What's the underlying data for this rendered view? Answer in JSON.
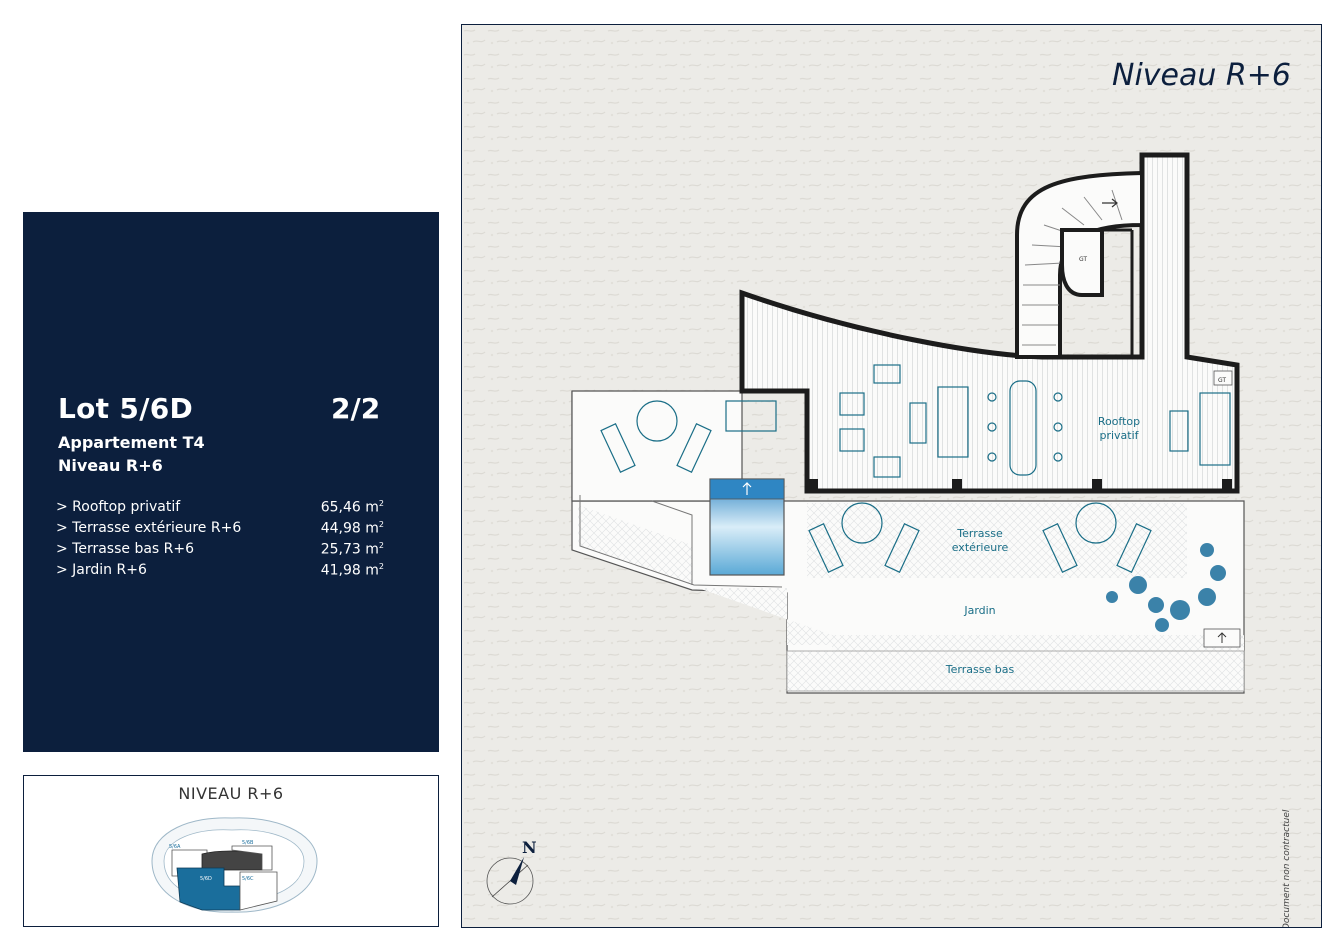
{
  "lot": {
    "title": "Lot 5/6D",
    "page": "2/2",
    "type_prefix": "Appartement ",
    "type": "T4",
    "level": "Niveau R+6"
  },
  "surfaces": [
    {
      "label": "> Rooftop privatif",
      "value": "65,46 m",
      "sup": "2"
    },
    {
      "label": "> Terrasse extérieure R+6",
      "value": "44,98 m",
      "sup": "2"
    },
    {
      "label": "> Terrasse bas R+6",
      "value": "25,73 m",
      "sup": "2"
    },
    {
      "label": "> Jardin R+6",
      "value": "41,98 m",
      "sup": "2"
    }
  ],
  "keyplan": {
    "title": "NIVEAU R+6",
    "lots": [
      "5/6A",
      "5/6B",
      "5/6D",
      "5/6C"
    ],
    "highlight_color": "#1a6e9c"
  },
  "plan": {
    "heading": "Niveau R+6",
    "rooms": {
      "rooftop_1": "Rooftop",
      "rooftop_2": "privatif",
      "terrasse_1": "Terrasse",
      "terrasse_2": "extérieure",
      "jardin": "Jardin",
      "terrasse_bas": "Terrasse bas"
    },
    "gt": "GT",
    "north": "N",
    "disclaimer": "Document non contractuel",
    "colors": {
      "wall": "#1c1c1c",
      "label": "#1a6e87",
      "pool": "#5aa9d6"
    }
  }
}
